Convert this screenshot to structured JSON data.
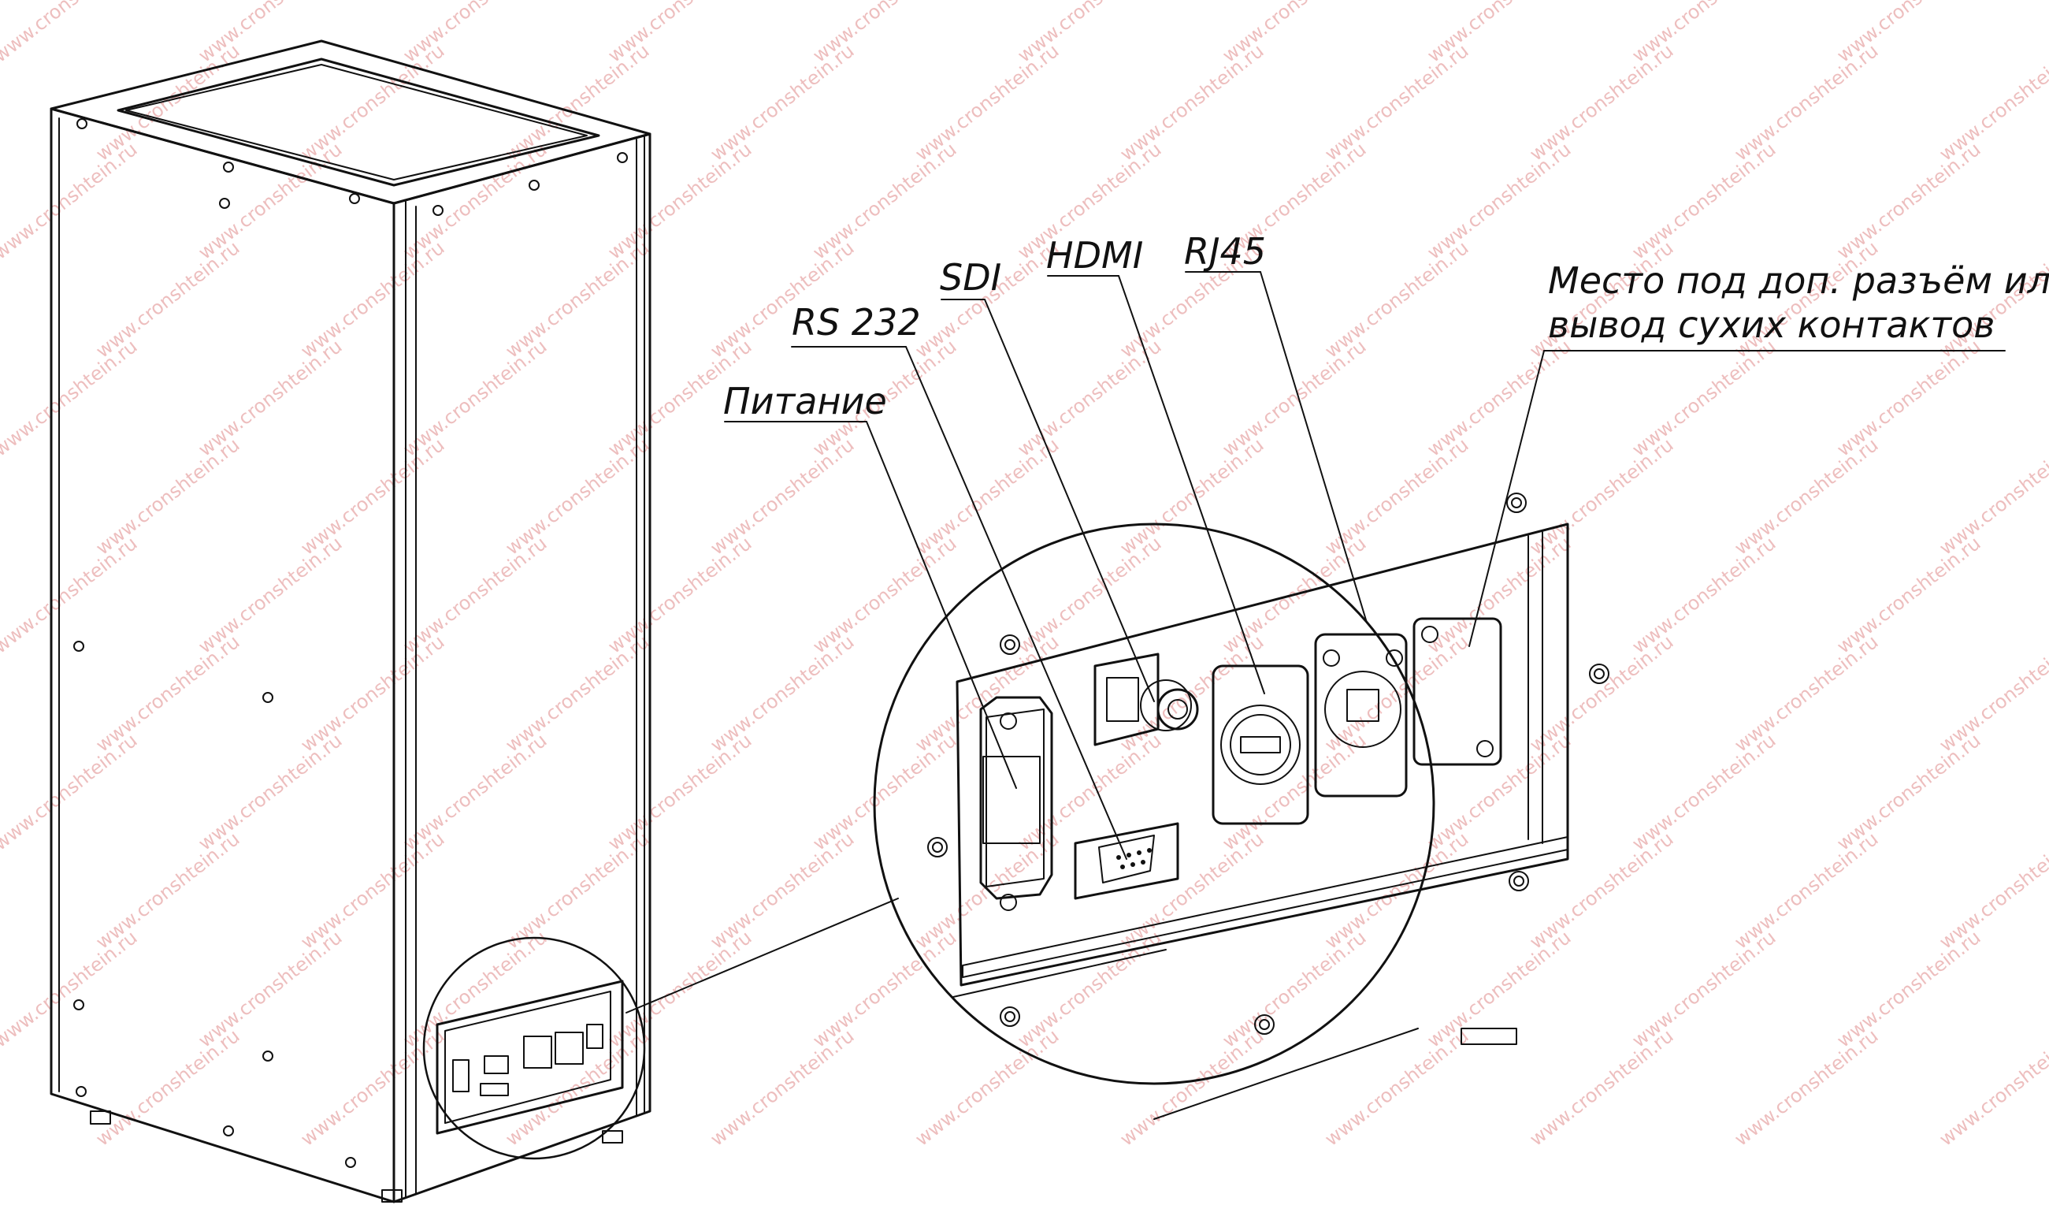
{
  "labels": {
    "power": "Питание",
    "rs232": "RS 232",
    "sdi": "SDI",
    "hdmi": "HDMI",
    "rj45": "RJ45",
    "extra_line1": "Место под доп. разъём или",
    "extra_line2": "вывод сухих контактов"
  },
  "watermark": "www.cronshtein.ru"
}
